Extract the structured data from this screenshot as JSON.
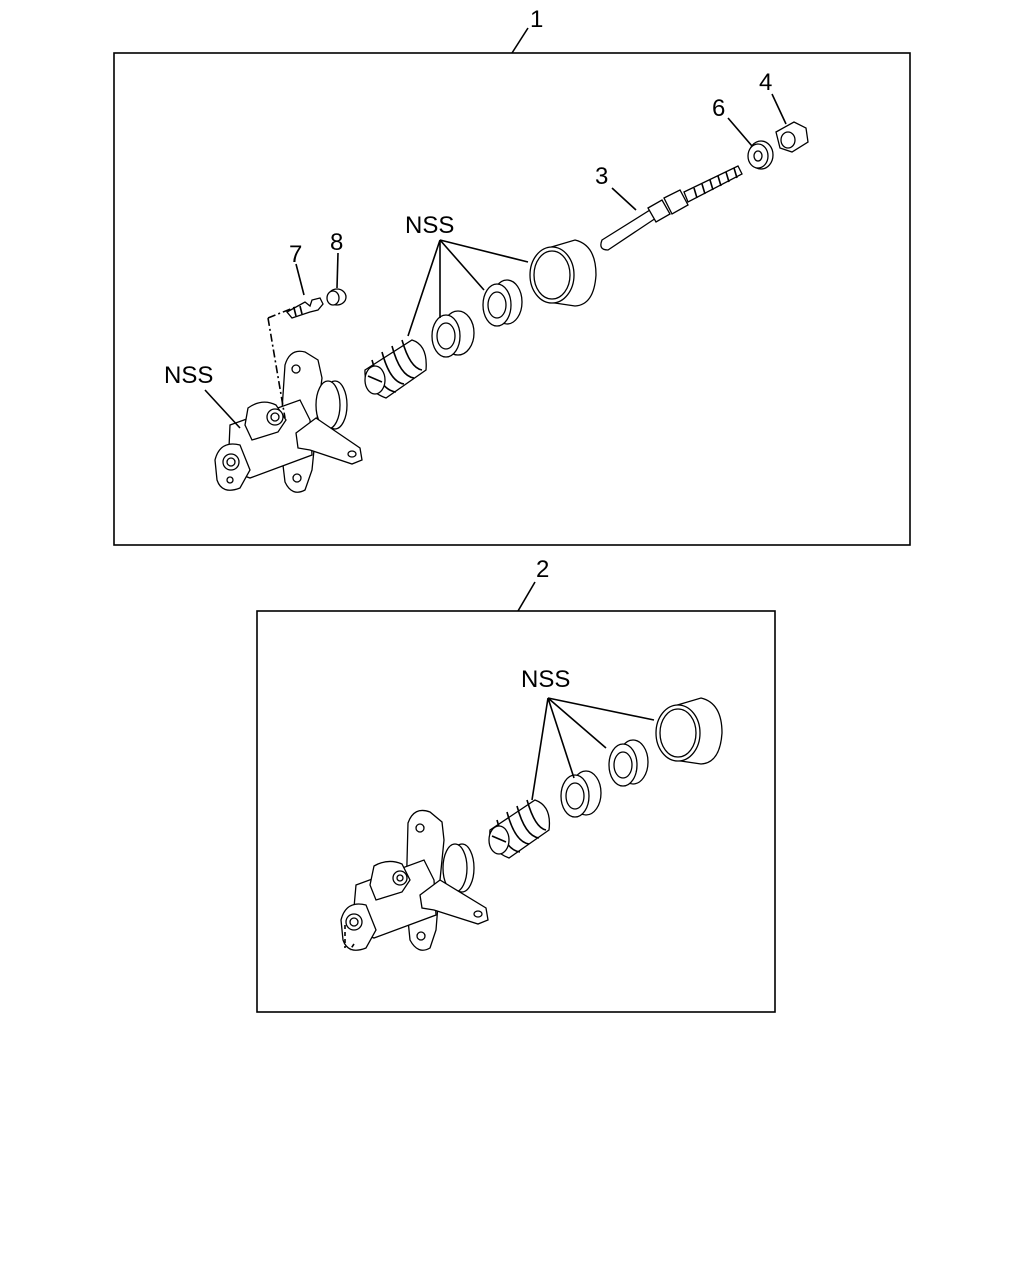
{
  "panels": [
    {
      "callout": "1",
      "labels": {
        "nss_body": "NSS",
        "nss_seals": "NSS",
        "p3": "3",
        "p4": "4",
        "p6": "6",
        "p7": "7",
        "p8": "8"
      }
    },
    {
      "callout": "2",
      "labels": {
        "nss_seals": "NSS"
      }
    }
  ]
}
